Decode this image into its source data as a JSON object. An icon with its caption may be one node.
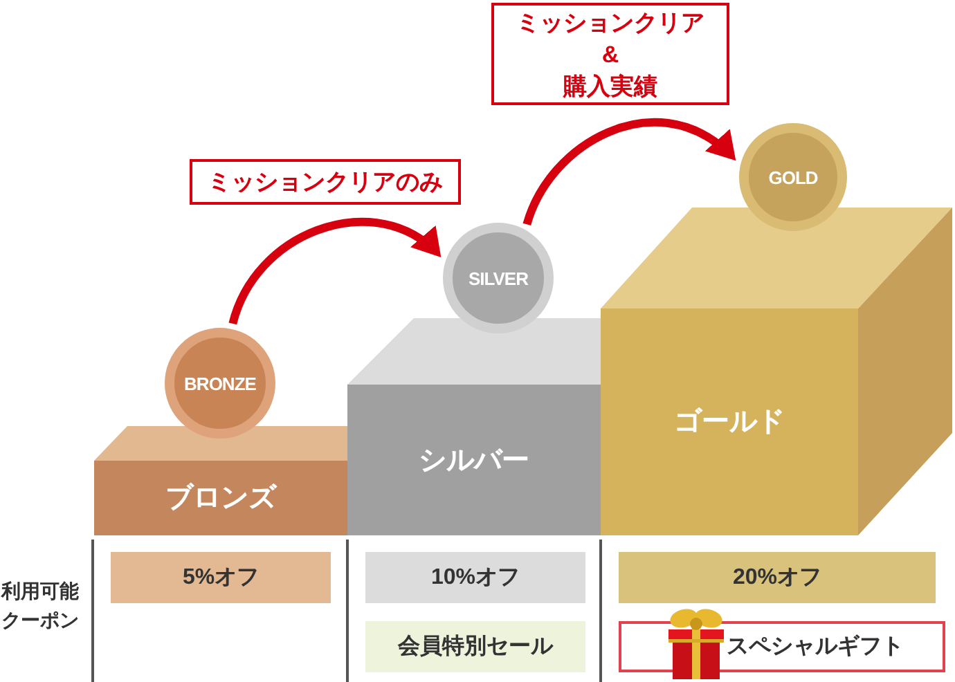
{
  "diagram": {
    "nodes": [
      {
        "text": [
          "BRONZE"
        ]
      },
      {
        "text": [
          "SILVER"
        ]
      },
      {
        "text": [
          "GOLD"
        ]
      },
      {
        "text": [
          "ブロンズ"
        ]
      },
      {
        "text": [
          "シルバー"
        ]
      },
      {
        "text": [
          "ゴールド"
        ]
      },
      {
        "text": [
          "5%オフ"
        ]
      },
      {
        "text": [
          "10%オフ"
        ]
      },
      {
        "text": [
          "会員特別セール"
        ]
      },
      {
        "text": [
          "20%オフ"
        ]
      },
      {
        "text": [
          "スペシャルギフト"
        ]
      }
    ],
    "edges": [
      {
        "from": 0,
        "to": 1,
        "arrow": "to",
        "label": "ミッションクリアのみ"
      },
      {
        "from": 1,
        "to": 2,
        "arrow": "to",
        "label": "ミッションクリア & 購入実績"
      }
    ],
    "labels": [
      "利用可能クーポン"
    ]
  }
}
